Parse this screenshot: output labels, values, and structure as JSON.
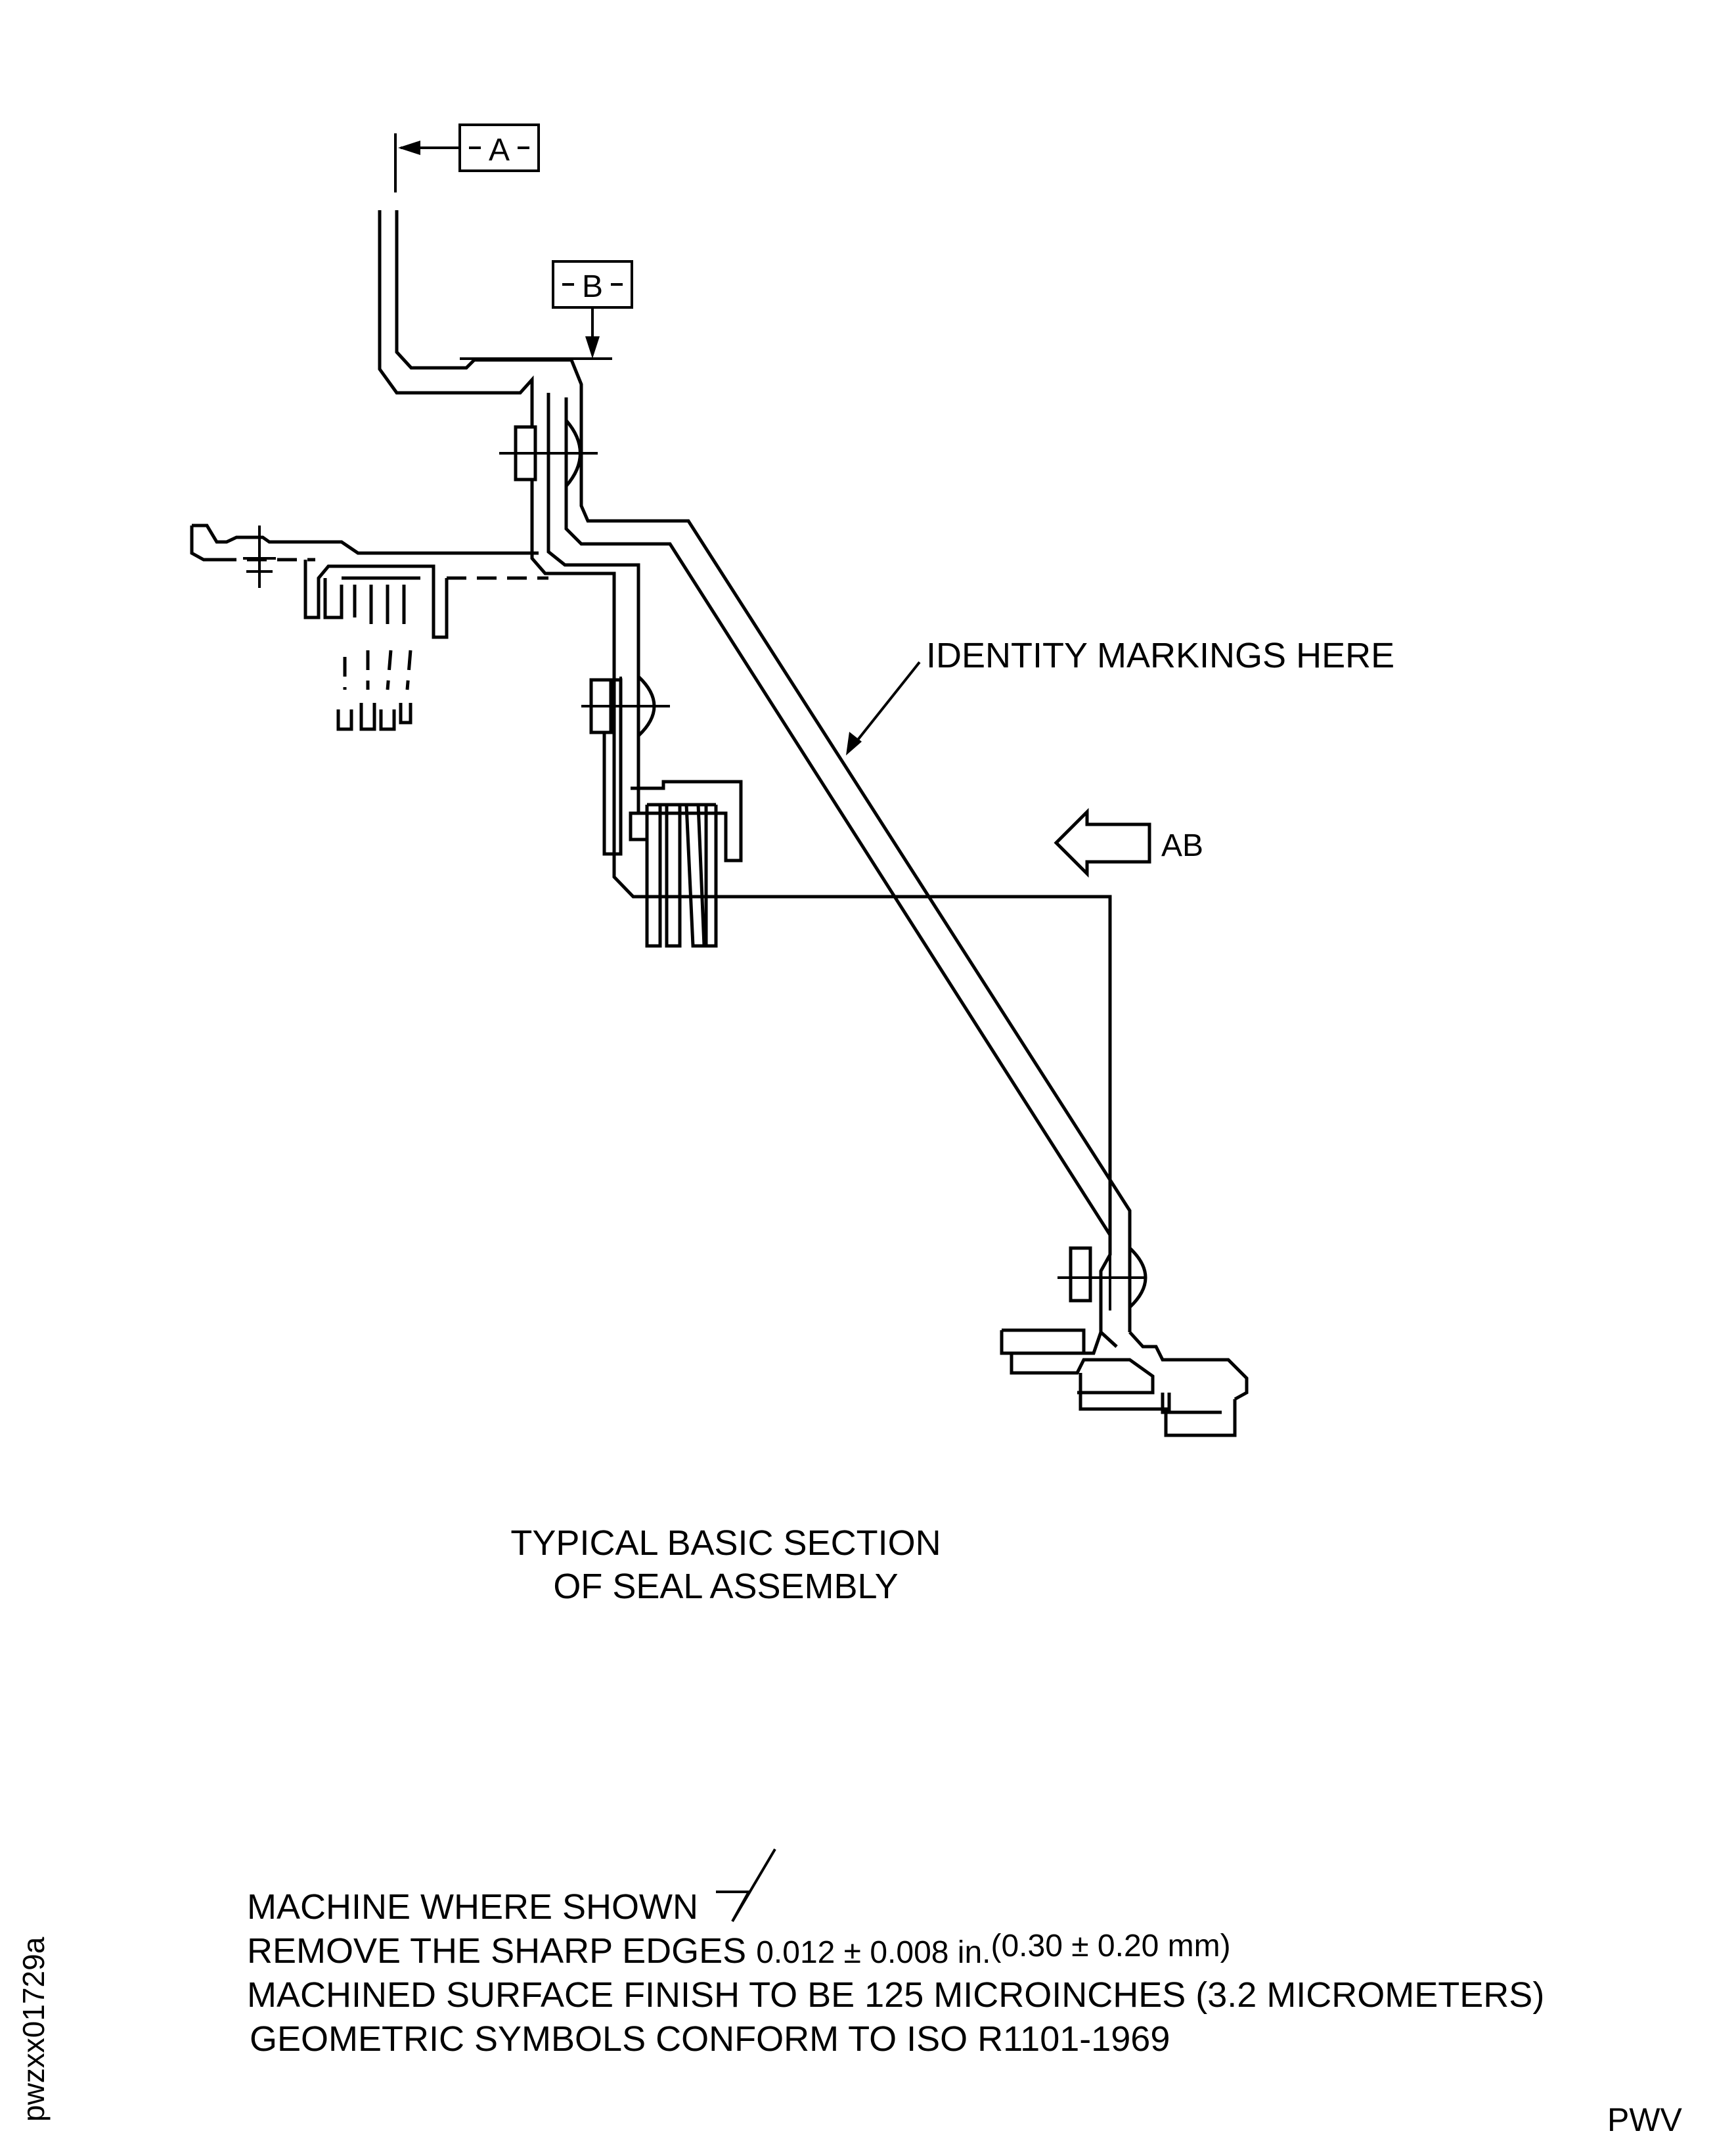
{
  "datums": {
    "a": "A",
    "b": "B"
  },
  "callout": {
    "identity_markings": "IDENTITY MARKINGS HERE",
    "view_arrow": "AB"
  },
  "caption": {
    "line1": "TYPICAL BASIC SECTION",
    "line2": "OF SEAL ASSEMBLY"
  },
  "notes": {
    "machine": "MACHINE WHERE SHOWN",
    "sharp_edges_label": "REMOVE THE SHARP EDGES",
    "sharp_edges_in": "0.012 ± 0.008 in.",
    "sharp_edges_mm": "(0.30 ± 0.20 mm)",
    "surface_finish": "MACHINED SURFACE FINISH TO BE 125 MICROINCHES (3.2 MICROMETERS)",
    "geometric": "GEOMETRIC SYMBOLS CONFORM TO ISO R1101-1969"
  },
  "figure_id": "pwzxx01729a",
  "footer_code": "PWV"
}
